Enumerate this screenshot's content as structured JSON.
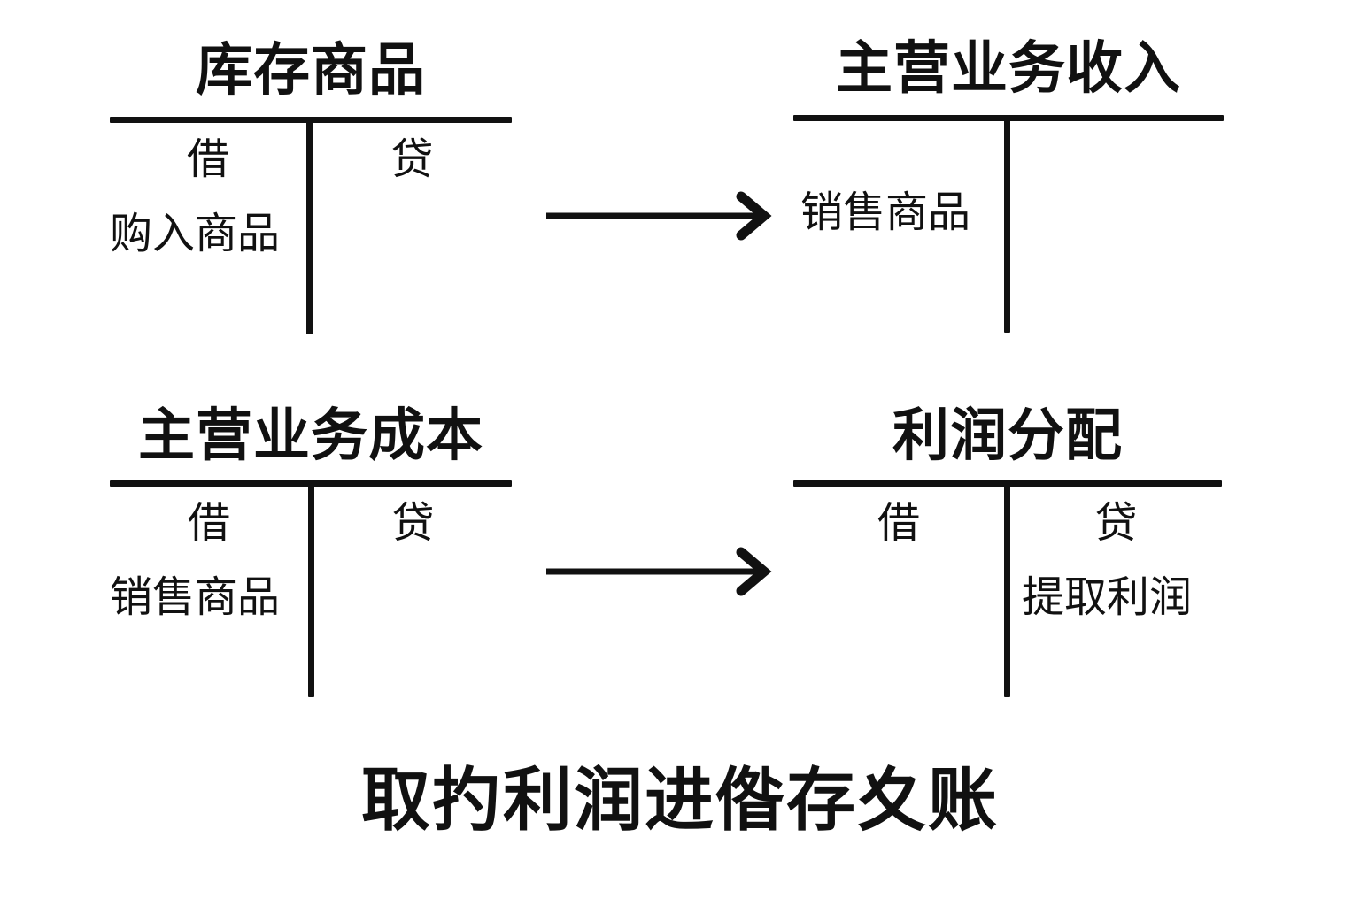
{
  "diagram": {
    "title_text": "取扚利润进偺存夊账",
    "ink_color": "#111111",
    "background_color": "#ffffff",
    "accounts": [
      {
        "id": "inventory",
        "name": "库存商品",
        "debit_header": "借",
        "credit_header": "贷",
        "debit_entry": "购入商品",
        "credit_entry": ""
      },
      {
        "id": "main-business-revenue",
        "name": "主营业务收入",
        "debit_header": "",
        "credit_header": "",
        "debit_entry": "销售商品",
        "credit_entry": ""
      },
      {
        "id": "main-business-cost",
        "name": "主营业务成本",
        "debit_header": "借",
        "credit_header": "贷",
        "debit_entry": "销售商品",
        "credit_entry": ""
      },
      {
        "id": "profit-distribution",
        "name": "利润分配",
        "debit_header": "借",
        "credit_header": "贷",
        "debit_entry": "",
        "credit_entry": "提取利润"
      }
    ],
    "arrows": [
      {
        "id": "arrow-inventory-to-revenue",
        "from": "inventory",
        "to": "main-business-revenue",
        "direction": "right"
      },
      {
        "id": "arrow-cost-to-profit",
        "from": "main-business-cost",
        "to": "profit-distribution",
        "direction": "right"
      }
    ]
  }
}
